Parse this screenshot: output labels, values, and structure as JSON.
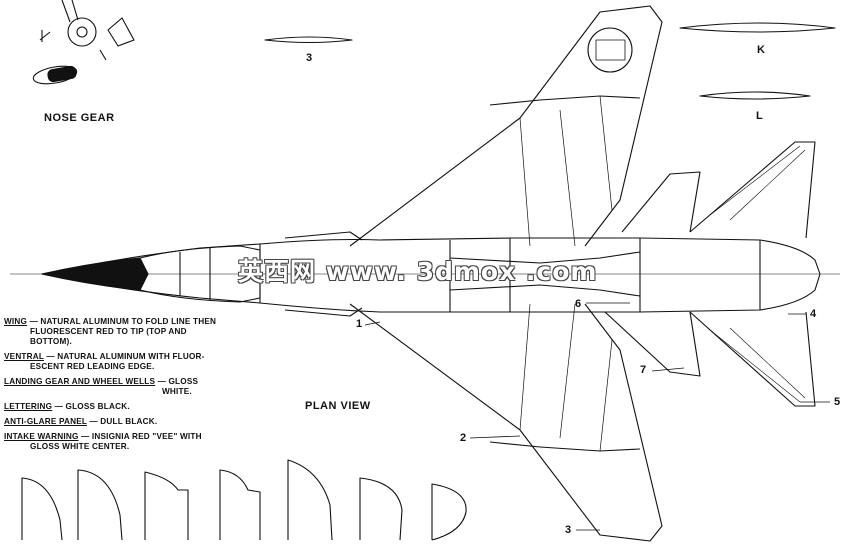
{
  "labels": {
    "nose_gear": "NOSE GEAR",
    "plan_view": "PLAN VIEW",
    "section_k": "K",
    "section_l": "L"
  },
  "callouts": {
    "c1": "1",
    "c2": "2",
    "c3_top": "3",
    "c3_bottom": "3",
    "c4": "4",
    "c5": "5",
    "c6": "6",
    "c7": "7"
  },
  "legend": [
    {
      "key": "WING",
      "text": " — NATURAL ALUMINUM TO FOLD LINE THEN",
      "cont": [
        "FLUORESCENT RED TO TIP (TOP AND",
        "BOTTOM)."
      ]
    },
    {
      "key": "VENTRAL",
      "text": " — NATURAL ALUMINUM WITH FLUOR-",
      "cont": [
        "ESCENT RED LEADING EDGE."
      ]
    },
    {
      "key": "LANDING GEAR AND WHEEL WELLS",
      "text": " — GLOSS",
      "cont": [
        "WHITE."
      ]
    },
    {
      "key": "LETTERING",
      "text": " — GLOSS BLACK.",
      "cont": []
    },
    {
      "key": "ANTI-GLARE PANEL",
      "text": " — DULL BLACK.",
      "cont": []
    },
    {
      "key": "INTAKE WARNING",
      "text": " — INSIGNIA RED \"VEE\" WITH",
      "cont": [
        "GLOSS WHITE CENTER."
      ]
    }
  ],
  "watermark": "英西网 www. 3dmox .com"
}
